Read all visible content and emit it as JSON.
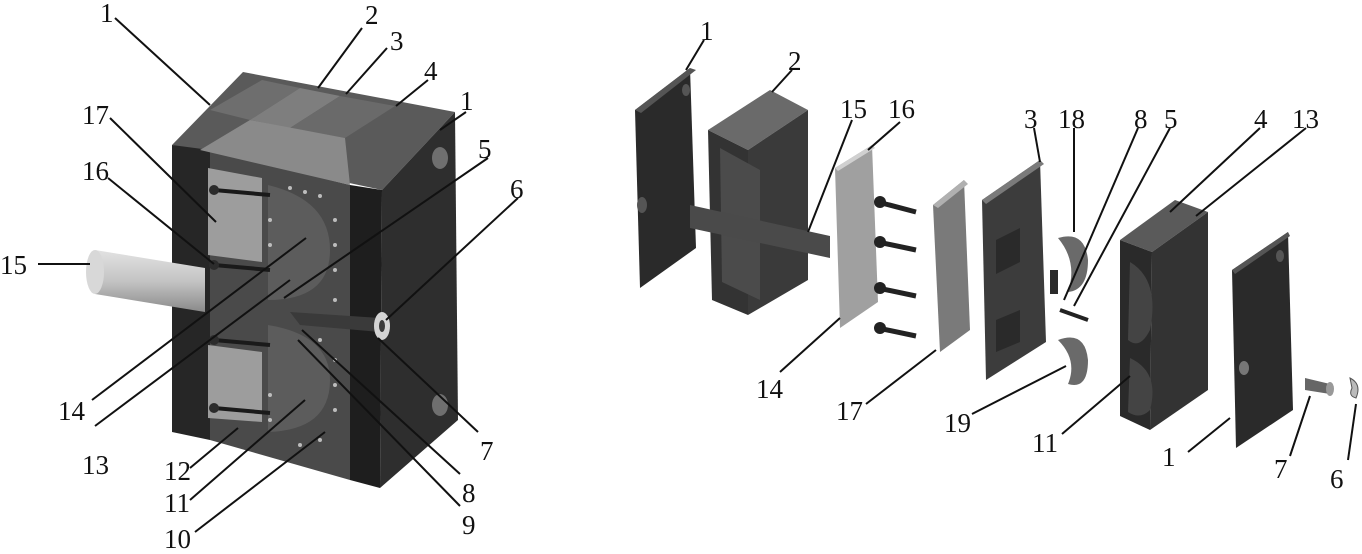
{
  "figure": {
    "assembled_labels": {
      "l1a": "1",
      "l2": "2",
      "l3": "3",
      "l4": "4",
      "l1b": "1",
      "l17": "17",
      "l16": "16",
      "l15": "15",
      "l5": "5",
      "l6": "6",
      "l14": "14",
      "l13": "13",
      "l12": "12",
      "l11": "11",
      "l10": "10",
      "l7": "7",
      "l8": "8",
      "l9": "9"
    },
    "exploded_labels": {
      "e1a": "1",
      "e2": "2",
      "e15": "15",
      "e16": "16",
      "e3": "3",
      "e18": "18",
      "e8": "8",
      "e5": "5",
      "e4": "4",
      "e13": "13",
      "e14": "14",
      "e17": "17",
      "e19": "19",
      "e11": "11",
      "e1b": "1",
      "e7": "7",
      "e6": "6"
    }
  }
}
